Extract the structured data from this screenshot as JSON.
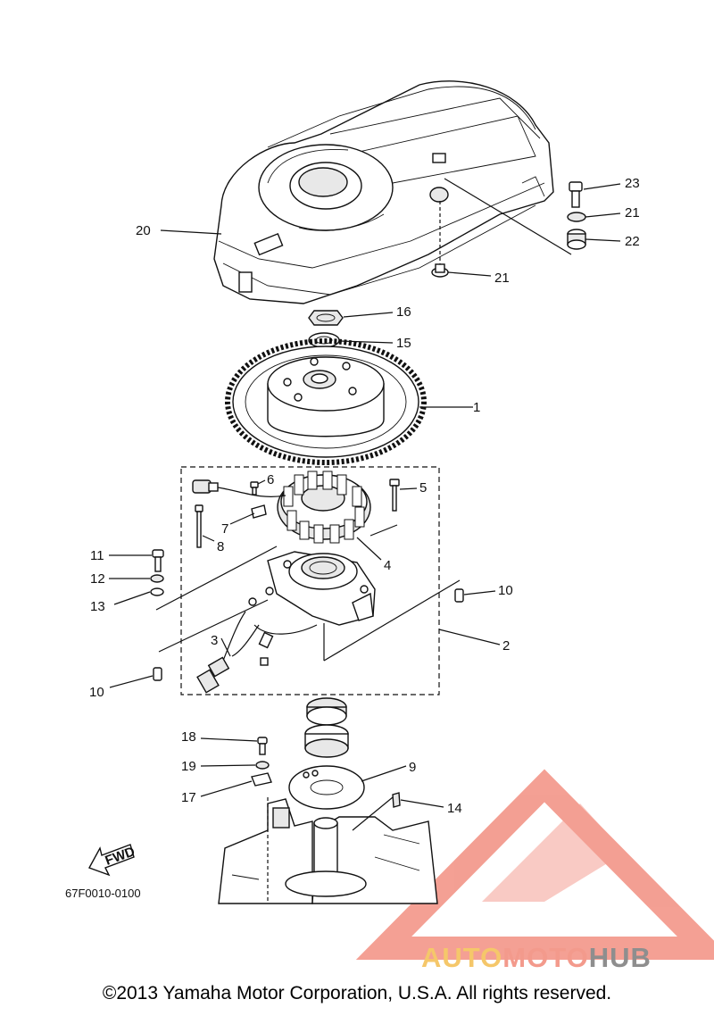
{
  "diagram": {
    "part_code": "67F0010-0100",
    "fwd_label": "FWD",
    "callouts": [
      "1",
      "2",
      "3",
      "4",
      "5",
      "6",
      "7",
      "8",
      "9",
      "10",
      "10",
      "11",
      "12",
      "13",
      "14",
      "15",
      "16",
      "17",
      "18",
      "19",
      "20",
      "21",
      "21",
      "22",
      "23"
    ]
  },
  "watermark": {
    "part1": "AUTO",
    "part2": "MOTO",
    "part3": "HUB",
    "colors": {
      "auto": "#f5c76a",
      "moto": "#f39a8c",
      "hub": "#8e8e8e",
      "logo": "#f08070"
    }
  },
  "footer": {
    "copyright": "©2013 Yamaha Motor Corporation, U.S.A. All rights reserved."
  }
}
